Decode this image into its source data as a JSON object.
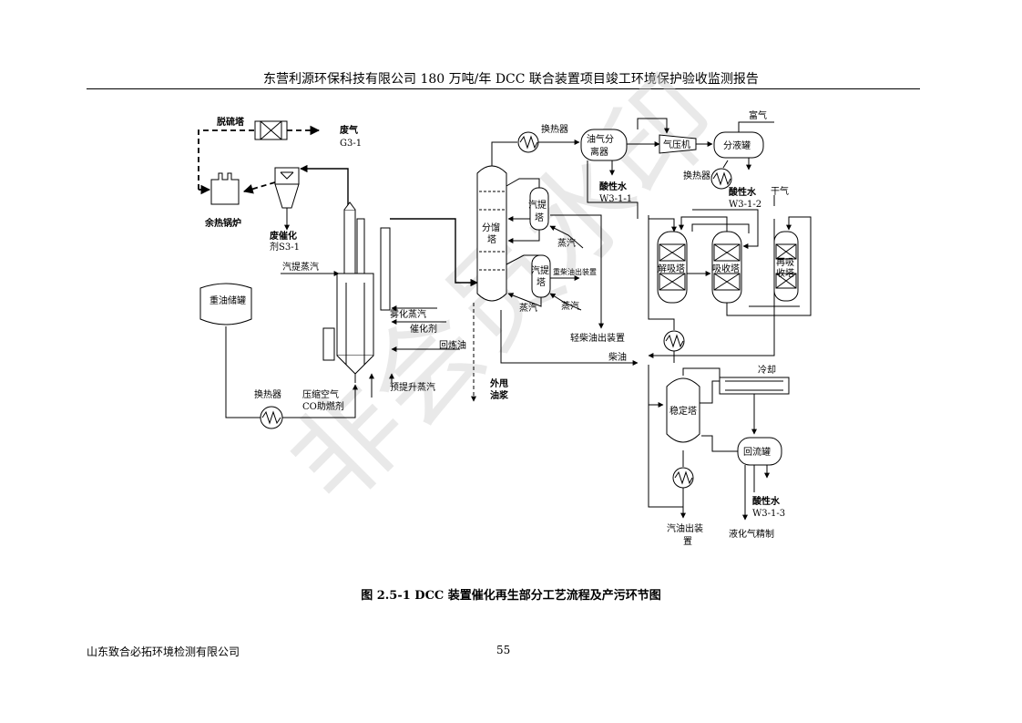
{
  "header": {
    "title": "东营利源环保科技有限公司 180 万吨/年 DCC 联合装置项目竣工环境保护验收监测报告"
  },
  "figure": {
    "caption": "图 2.5-1 DCC 装置催化再生部分工艺流程及产污环节图",
    "watermark": "非会员水印",
    "labels": {
      "desulfur_tower": "脱硫塔",
      "waste_gas": "废气",
      "g3_1": "G3-1",
      "heat_recovery_boiler": "余热锅炉",
      "waste_catalyst": "废催化",
      "s3_1": "剂S3-1",
      "stripping_steam": "汽提蒸汽",
      "heavy_oil_tank": "重油储罐",
      "atomizing_steam": "雾化蒸汽",
      "catalyst": "催化剂",
      "recycle_oil": "回炼油",
      "pre_lift_steam": "预提升蒸汽",
      "heat_exchanger_1": "换热器",
      "compressed_air": "压缩空气",
      "co_promoter": "CO助燃剂",
      "slurry_out": "外甩",
      "slurry_out_2": "油浆",
      "heat_exchanger_2": "换热器",
      "oil_gas_separator": "油气分",
      "oil_gas_separator_2": "离器",
      "sour_water_1": "酸性水",
      "w3_1_1": "W3-1-1",
      "fractionator": "分馏",
      "fractionator_2": "塔",
      "stripper_1": "汽提",
      "stripper_1b": "塔",
      "steam_1": "蒸汽",
      "stripper_2": "汽提",
      "stripper_2b": "塔",
      "to_heavy_diesel": "重柴油出装置",
      "steam_2": "蒸汽",
      "steam_3": "蒸汽",
      "light_diesel_out": "轻柴油出装置",
      "diesel": "柴油",
      "compressor": "气压机",
      "distillate_tank": "分液罐",
      "heat_exchanger_3": "换热器",
      "sour_water_2": "酸性水",
      "w3_1_2": "W3-1-2",
      "rich_gas": "富气",
      "dry_gas": "干气",
      "desorber": "解吸塔",
      "absorber": "吸收塔",
      "reabsorber_1": "再吸",
      "reabsorber_2": "收塔",
      "cooling": "冷却",
      "stabilizer": "稳定塔",
      "reflux_drum": "回流罐",
      "sour_water_3": "酸性水",
      "w3_1_3": "W3-1-3",
      "gasoline_out": "汽油出装",
      "gasoline_out_2": "置",
      "lpg_refining": "液化气精制"
    }
  },
  "footer": {
    "company": "山东致合必拓环境检测有限公司",
    "page_number": "55"
  }
}
